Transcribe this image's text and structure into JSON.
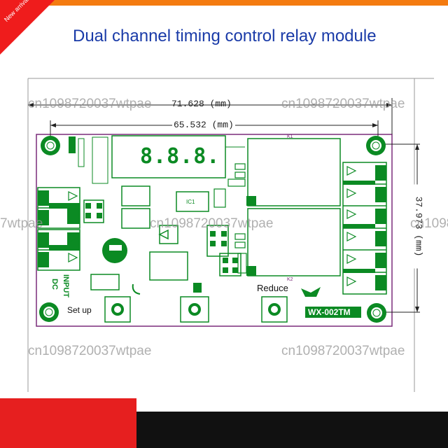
{
  "badge": {
    "text": "New arrivals"
  },
  "title": "Dual channel timing control relay module",
  "watermark": "cn1098720037wtpae",
  "watermark_partial_left": "7wtpae",
  "watermark_partial_right": "cn1098",
  "dimensions": {
    "outer_width": "71.628 (mm)",
    "inner_width": "65.532 (mm)",
    "height": "37.973 (mm)"
  },
  "board": {
    "model": "WX-002TM",
    "buttons": {
      "setup": "Set up",
      "reduce": "Reduce"
    },
    "display_digits": "8.8.8.",
    "labels": {
      "in": "IN",
      "input": "INPUT",
      "dc": "DC",
      "ic1": "IC1",
      "k1": "K1",
      "k2": "K2"
    }
  },
  "colors": {
    "trace": "#0b8a23",
    "outline": "#7a2b7a",
    "dimension": "#222222",
    "title": "#1a3ba8",
    "badge": "#ef1c1c"
  }
}
